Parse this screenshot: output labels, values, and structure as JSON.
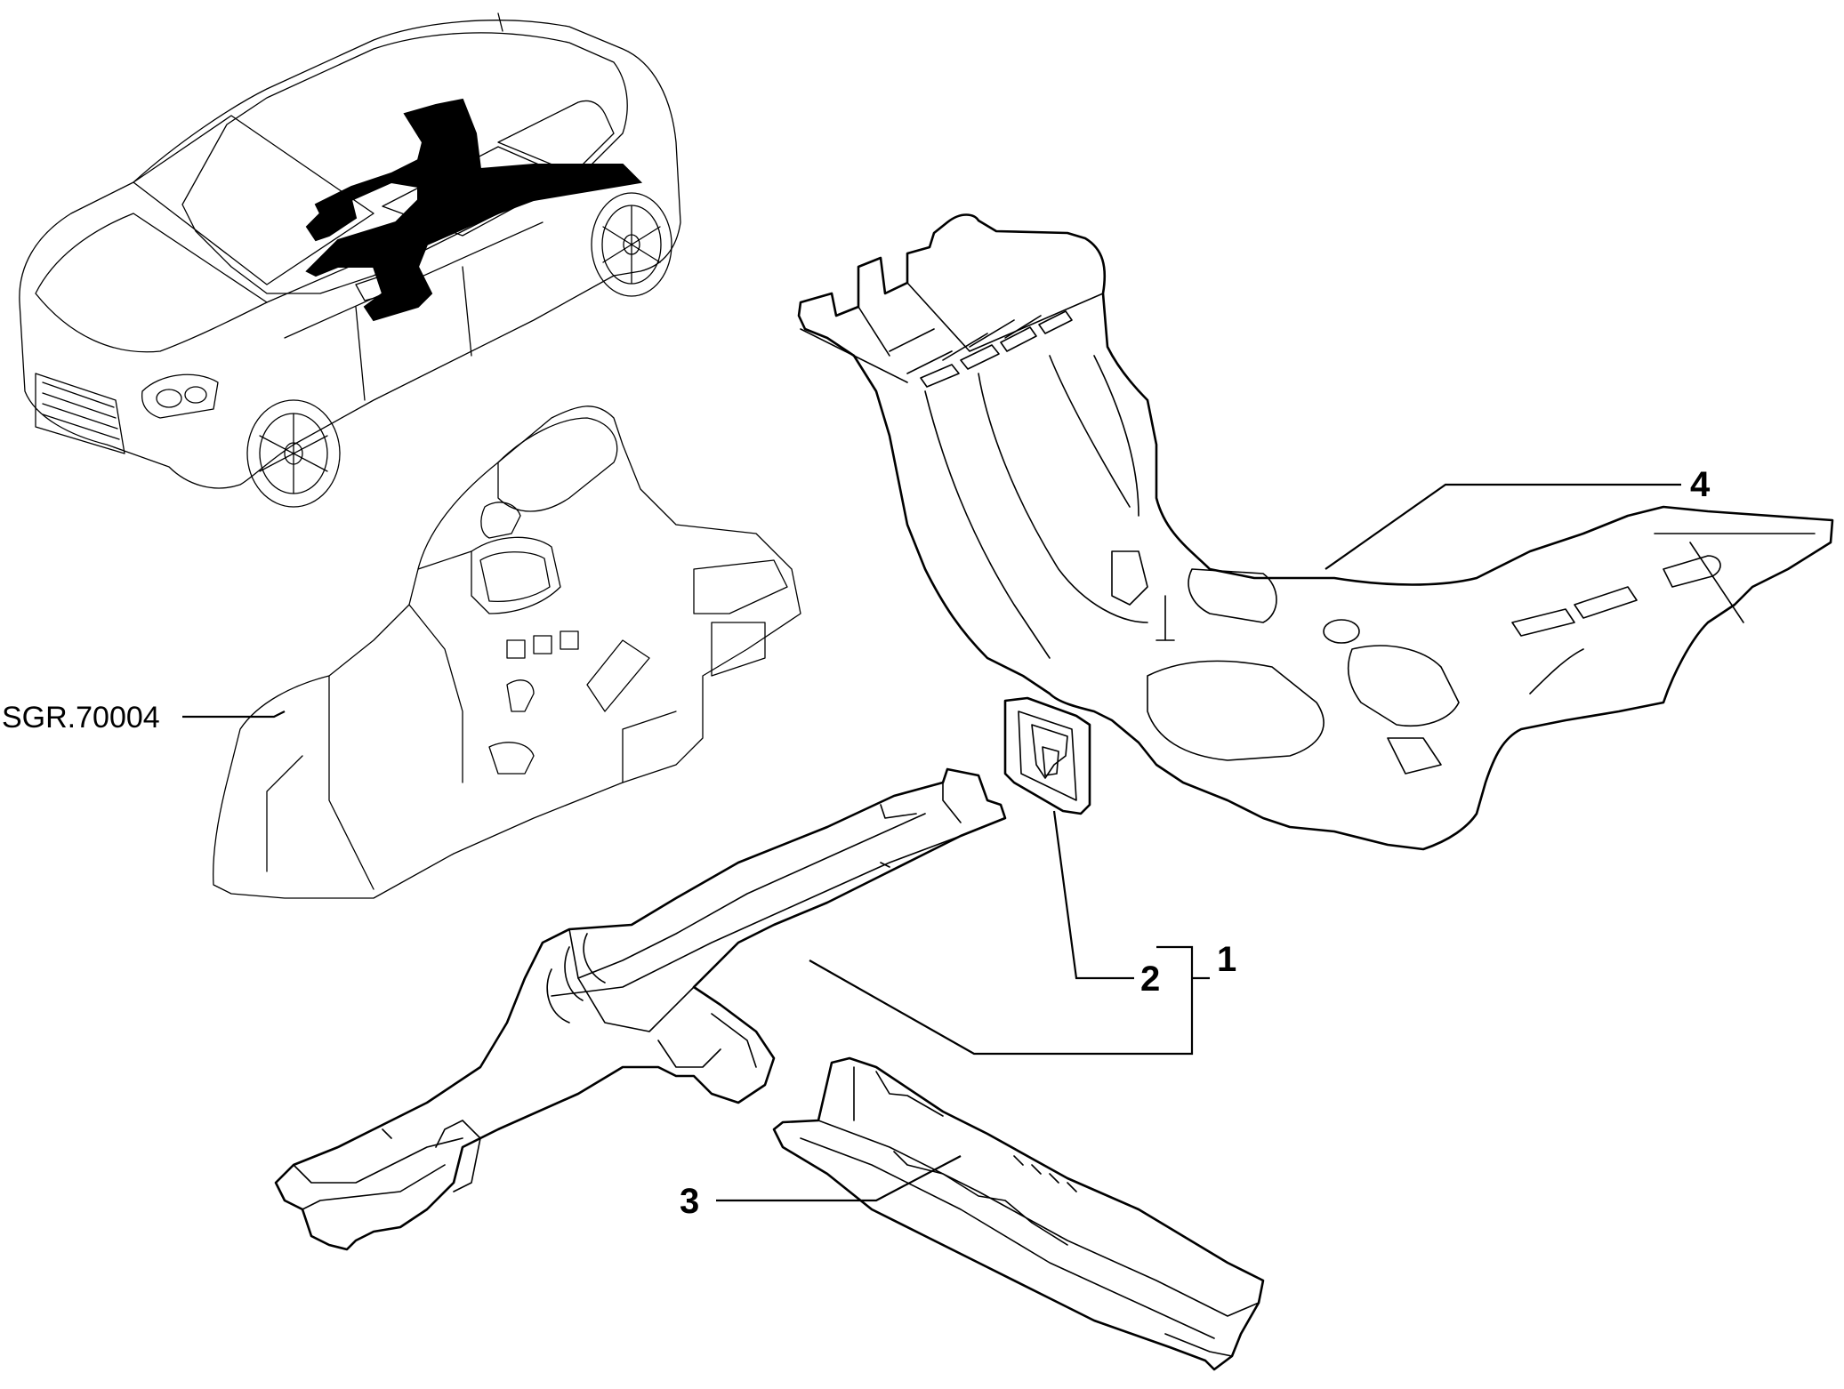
{
  "callouts": {
    "ref_assembly": "SGR.70004",
    "item_1": "1",
    "item_2": "2",
    "item_3": "3",
    "item_4": "4"
  },
  "colors": {
    "line": "#000000",
    "background": "#ffffff",
    "highlight": "#000000"
  }
}
